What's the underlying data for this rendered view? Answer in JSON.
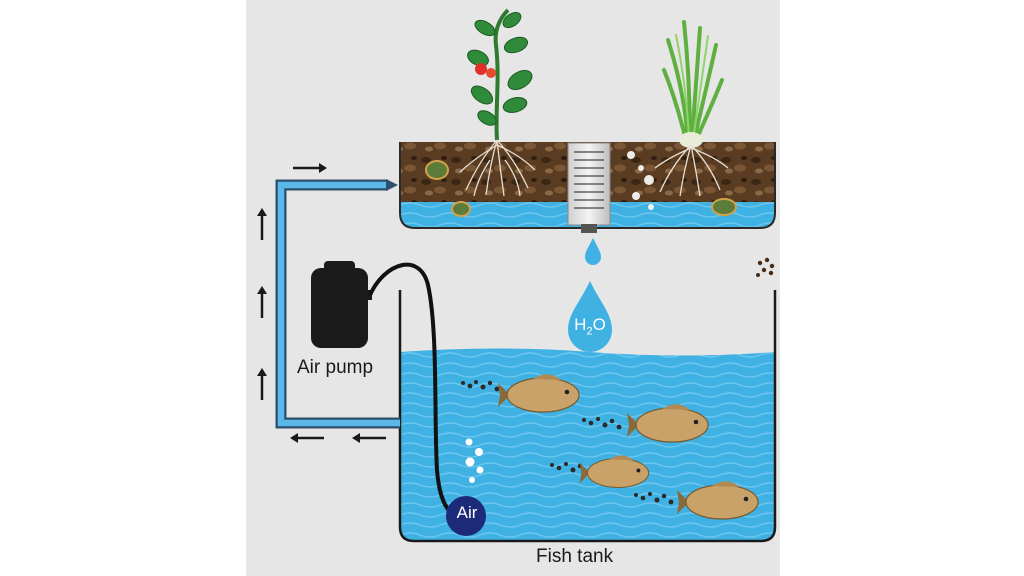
{
  "labels": {
    "air_pump": "Air pump",
    "fish_tank": "Fish tank",
    "air": "Air",
    "h2o_main": "H",
    "h2o_sub": "2",
    "h2o_tail": "O"
  },
  "icons": [
    "air-pump-icon",
    "fish-icon",
    "tomato-plant-icon",
    "onion-plant-icon",
    "water-drop-icon",
    "flow-arrow-icon",
    "air-bubble-icon"
  ],
  "colors": {
    "background": "#e6e6e6",
    "water": "#3fb1e3",
    "pipe": "#5bb8e8",
    "soil": "#5a3c22",
    "air_stone": "#1d2a7a",
    "pump": "#1a1a1a"
  }
}
